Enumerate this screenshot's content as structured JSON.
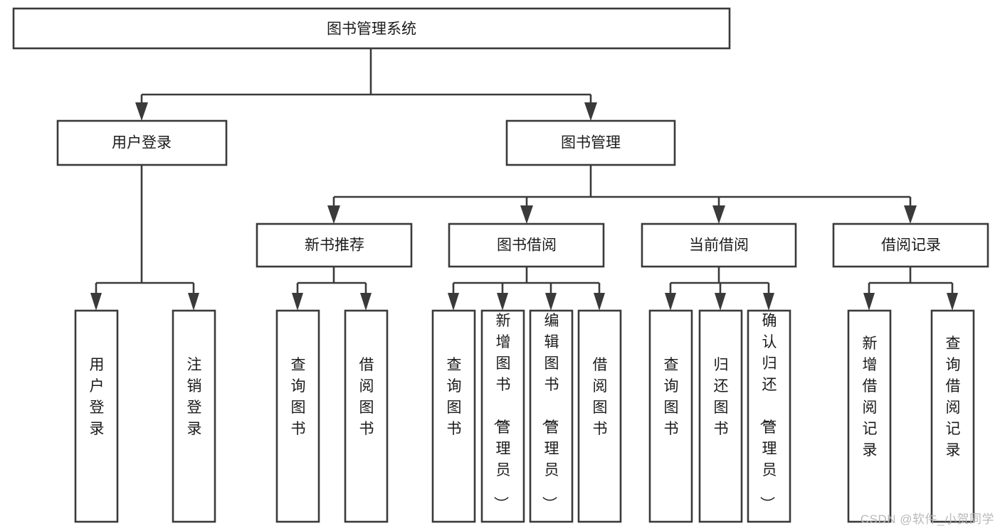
{
  "diagram": {
    "type": "tree-hierarchy",
    "orientation": "top-down",
    "root": {
      "id": "root",
      "label": "图书管理系统"
    },
    "level2": [
      {
        "id": "user-login",
        "label": "用户登录"
      },
      {
        "id": "book-manage",
        "label": "图书管理"
      }
    ],
    "level3": [
      {
        "id": "new-book-recommend",
        "label": "新书推荐",
        "parent": "book-manage"
      },
      {
        "id": "book-borrow",
        "label": "图书借阅",
        "parent": "book-manage"
      },
      {
        "id": "current-borrow",
        "label": "当前借阅",
        "parent": "book-manage"
      },
      {
        "id": "borrow-record",
        "label": "借阅记录",
        "parent": "book-manage"
      }
    ],
    "leaves": {
      "user-login": [
        {
          "id": "leaf-user-login",
          "label": "用户登录"
        },
        {
          "id": "leaf-user-logout",
          "label": "注销登录"
        }
      ],
      "new-book-recommend": [
        {
          "id": "leaf-query-book-1",
          "label": "查询图书"
        },
        {
          "id": "leaf-borrow-book-1",
          "label": "借阅图书"
        }
      ],
      "book-borrow": [
        {
          "id": "leaf-query-book-2",
          "label": "查询图书"
        },
        {
          "id": "leaf-add-book",
          "label": "新增图书（管理员）"
        },
        {
          "id": "leaf-edit-book",
          "label": "编辑图书（管理员）"
        },
        {
          "id": "leaf-borrow-book-2",
          "label": "借阅图书"
        }
      ],
      "current-borrow": [
        {
          "id": "leaf-query-book-3",
          "label": "查询图书"
        },
        {
          "id": "leaf-return-book",
          "label": "归还图书"
        },
        {
          "id": "leaf-confirm-return",
          "label": "确认归还（管理员）"
        }
      ],
      "borrow-record": [
        {
          "id": "leaf-add-record",
          "label": "新增借阅记录"
        },
        {
          "id": "leaf-query-record",
          "label": "查询借阅记录"
        }
      ]
    }
  },
  "watermark": {
    "text": "CSDN @软件_小贺同学"
  },
  "colors": {
    "stroke": "#3a3a3a",
    "fill": "#ffffff",
    "text": "#1b1b1b",
    "watermark": "#b9b9b9",
    "background": "#ffffff"
  }
}
